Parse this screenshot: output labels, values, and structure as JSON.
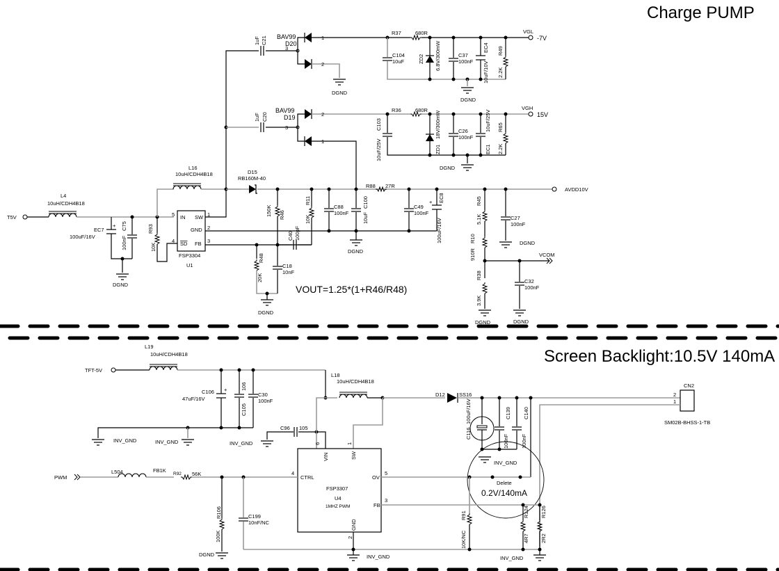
{
  "titles": {
    "charge_pump": "Charge PUMP",
    "backlight": "Screen Backlight:10.5V   140mA"
  },
  "charge_pump": {
    "input_net": "T5V",
    "L4": {
      "ref": "L4",
      "value": "10uH/CDH4B18"
    },
    "EC7": {
      "ref": "EC7",
      "value": "100uF/16V"
    },
    "C75": {
      "ref": "C75",
      "value": "100nF"
    },
    "R93": {
      "ref": "R93",
      "value": "10K"
    },
    "L16": {
      "ref": "L16",
      "value": "10uH/CDH4B18"
    },
    "D15": {
      "ref": "D15",
      "value": "RB160M-40"
    },
    "U1": {
      "ref": "U1",
      "part": "FSP3304",
      "pins": {
        "in": "IN",
        "sw": "SW",
        "gnd": "GND",
        "sd": "SD",
        "fb": "FB",
        "p1": "1",
        "p2": "2",
        "p3": "3",
        "p4": "4",
        "p5": "5"
      }
    },
    "R46": {
      "ref": "R46",
      "value": "150K"
    },
    "R11": {
      "ref": "R11",
      "value": "10K"
    },
    "C40": {
      "ref": "C40",
      "value": "100pF"
    },
    "R48": {
      "ref": "R48",
      "value": "20K"
    },
    "C18": {
      "ref": "C18",
      "value": "10nF"
    },
    "C88": {
      "ref": "C88",
      "value": "100nF"
    },
    "C100": {
      "ref": "C100",
      "value": "10uF"
    },
    "R88": {
      "ref": "R88",
      "value": "27R"
    },
    "C49": {
      "ref": "C49",
      "value": "100nF"
    },
    "EC8": {
      "ref": "EC8",
      "value": "100uF/16V"
    },
    "R45": {
      "ref": "R45",
      "value": "5.1K"
    },
    "R10": {
      "ref": "R10",
      "value": "910R"
    },
    "R38": {
      "ref": "R38",
      "value": "3.9K"
    },
    "C27": {
      "ref": "C27",
      "value": "100nF"
    },
    "C32": {
      "ref": "C32",
      "value": "100nF"
    },
    "avdd_net": "AVDD10V",
    "vcom_net": "VCOM",
    "formula": "VOUT=1.25*(1+R46/R48)",
    "gnd": "DGND",
    "C21": {
      "ref": "C21",
      "value": "1uF"
    },
    "C20": {
      "ref": "C20",
      "value": "1uF"
    },
    "D20": {
      "ref": "D20",
      "part": "BAV99"
    },
    "D19": {
      "ref": "D19",
      "part": "BAV99"
    },
    "pin1": "1",
    "pin2": "2",
    "pin3": "3",
    "R37": {
      "ref": "R37",
      "value": "680R"
    },
    "C104": {
      "ref": "C104",
      "value": "10uF"
    },
    "ZD2": {
      "ref": "ZD2",
      "value": "6.8V/300mW"
    },
    "C37": {
      "ref": "C37",
      "value": "100nF"
    },
    "EC4": {
      "ref": "EC4",
      "value": "10uF/10V"
    },
    "R49": {
      "ref": "R49",
      "value": "2.2K"
    },
    "vgl_net": "VGL",
    "vgl_value": "-7V",
    "R36": {
      "ref": "R36",
      "value": "680R"
    },
    "C103": {
      "ref": "C103",
      "value": "10uF/25V"
    },
    "ZD1": {
      "ref": "ZD1",
      "value": "18V/300mW"
    },
    "C26": {
      "ref": "C26",
      "value": "100nF"
    },
    "EC1": {
      "ref": "EC1",
      "value": "10uF/25V"
    },
    "R65": {
      "ref": "R65",
      "value": "2.2K"
    },
    "vgh_net": "VGH",
    "vgh_value": "15V"
  },
  "backlight": {
    "input_net": "TFT-5V",
    "L19": {
      "ref": "L19",
      "value": "10uH/CDH4B18"
    },
    "C106": {
      "ref": "C106",
      "value": "47uF/16V"
    },
    "C105": {
      "ref": "C105",
      "value": "106"
    },
    "C30": {
      "ref": "C30",
      "value": "100nF"
    },
    "C96": {
      "ref": "C96",
      "value": "105"
    },
    "L18": {
      "ref": "L18",
      "value": "10uH/CDH4B18"
    },
    "D12": {
      "ref": "D12",
      "value": "SS16"
    },
    "C116": {
      "ref": "C116",
      "value": "100uF/16V"
    },
    "C139": {
      "ref": "C139",
      "value": "100nF"
    },
    "C140": {
      "ref": "C140",
      "value": "100nF"
    },
    "CN2": {
      "ref": "CN2",
      "part": "SM02B-BHSS-1-TB",
      "p1": "1",
      "p2": "2"
    },
    "U4": {
      "ref": "U4",
      "part": "FSP3307",
      "desc": "1MHZ PWM",
      "pins": {
        "vin": "VIN",
        "sw": "SW",
        "ctrl": "CTRL",
        "ov": "OV",
        "fb": "FB",
        "gnd": "GND",
        "p1": "1",
        "p2": "2",
        "p3": "3",
        "p4": "4",
        "p5": "5",
        "p6": "6"
      }
    },
    "pwm_net": "PWM",
    "L504": {
      "ref": "L504",
      "value": "FB1K"
    },
    "R92": {
      "ref": "R92",
      "value": "56K"
    },
    "R106": {
      "ref": "R106",
      "value": "100K"
    },
    "C199": {
      "ref": "C199",
      "value": "10nF/NC"
    },
    "R91": {
      "ref": "R91",
      "value": "10K/NC"
    },
    "R124": {
      "ref": "R124",
      "value": "4R7"
    },
    "R126": {
      "ref": "R126",
      "value": "2R2"
    },
    "annotation_delete": "Delete",
    "annotation_value": "0.2V/140mA",
    "gnd": "INV_GND",
    "dgnd": "DGND"
  }
}
